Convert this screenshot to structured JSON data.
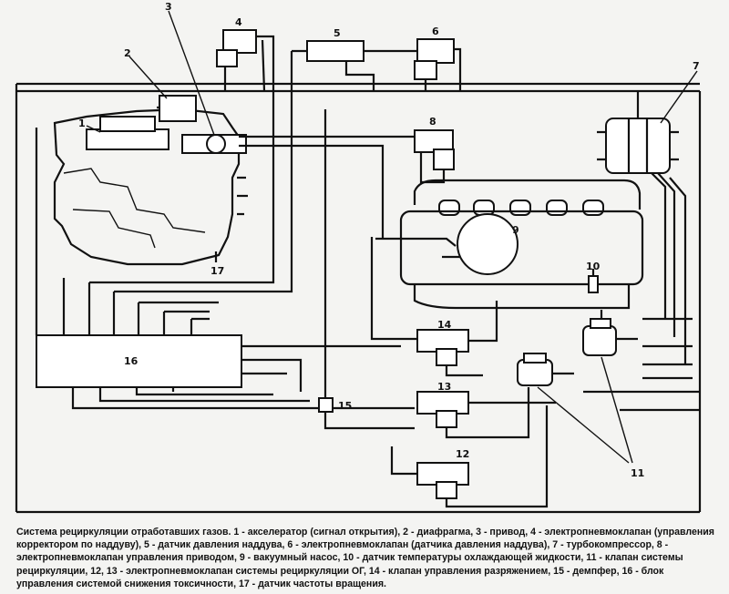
{
  "labels": {
    "n1": "1",
    "n2": "2",
    "n3": "3",
    "n4": "4",
    "n5": "5",
    "n6": "6",
    "n7": "7",
    "n8": "8",
    "n9": "9",
    "n10": "10",
    "n11": "11",
    "n12": "12",
    "n13": "13",
    "n14": "14",
    "n15": "15",
    "n16": "16",
    "n17": "17"
  },
  "caption": {
    "text": "Система рециркуляции отработавших газов. 1 - акселератор (сигнал открытия), 2 - диафрагма, 3 - привод, 4 - электропневмоклапан (управления корректором по наддуву), 5 - датчик давления наддува, 6 - электропневмоклапан (датчика давления наддува), 7 - турбокомпрессор, 8 - электропневмоклапан управления приводом, 9 - вакуумный насос, 10 - датчик температуры охлаждающей жидкости, 11 - клапан системы рециркуляции, 12, 13 - электропневмоклапан системы рециркуляции ОГ, 14 - клапан управления разряжением, 15 - демпфер, 16 - блок управления системой снижения токсичности, 17 - датчик частоты вращения."
  }
}
